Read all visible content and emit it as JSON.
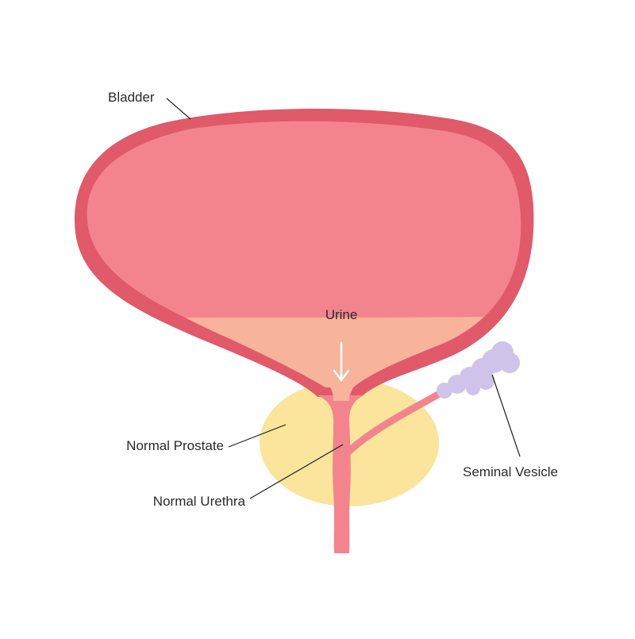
{
  "diagram": {
    "labels": {
      "bladder": "Bladder",
      "urine": "Urine",
      "prostate": "Normal Prostate",
      "urethra": "Normal Urethra",
      "seminal_vesicle": "Seminal Vesicle"
    },
    "colors": {
      "bladder_wall": "#e05a6a",
      "bladder_fill": "#f3848d",
      "urine": "#f8b39b",
      "prostate": "#fbe49c",
      "urethra": "#f3848d",
      "seminal_vesicle": "#d0c3ea",
      "arrow": "#ffffff",
      "leader_line": "#1f1f1f"
    }
  }
}
